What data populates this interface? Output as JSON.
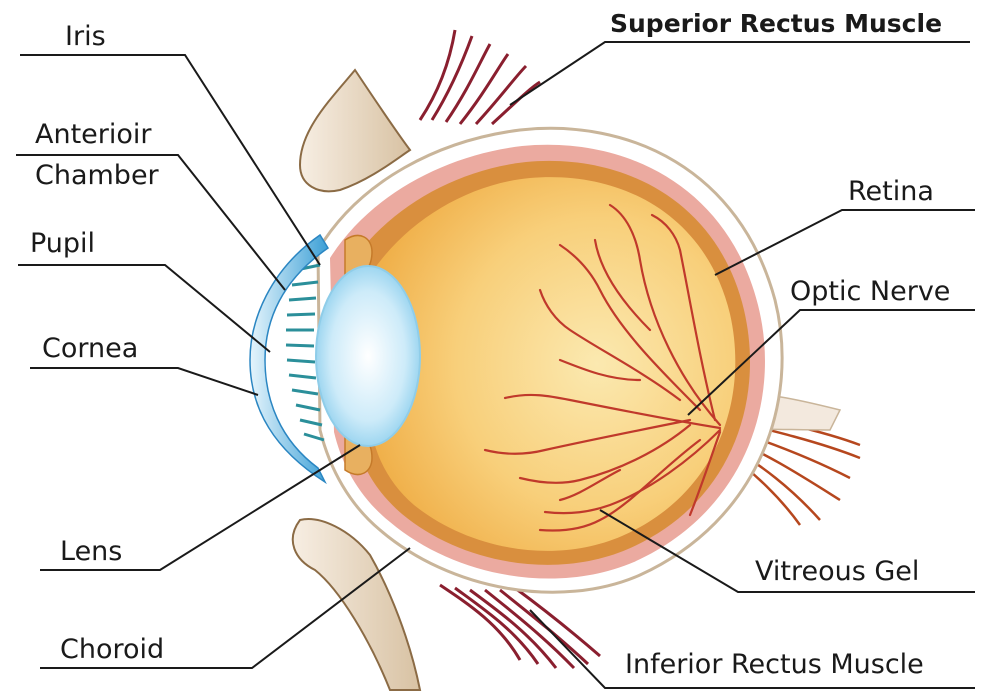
{
  "labels": {
    "iris": "Iris",
    "anterior_line1": "Anterioir",
    "anterior_line2": "Chamber",
    "pupil": "Pupil",
    "cornea": "Cornea",
    "lens": "Lens",
    "choroid": "Choroid",
    "superior_rectus": "Superior Rectus Muscle",
    "retina": "Retina",
    "optic_nerve": "Optic  Nerve",
    "vitreous_gel": "Vitreous Gel",
    "inferior_rectus": "Inferior Rectus Muscle"
  },
  "colors": {
    "sclera_outline": "#c9b59a",
    "choroid": "#e8a79c",
    "retina_ring": "#d9903e",
    "vitreous": "#f8c86a",
    "cornea": "#4aa8d8",
    "lens": "#bfe6f7",
    "iris": "#2b8f9a",
    "muscle": "#8a1f2f",
    "vessel": "#c0392b",
    "eyelid": "#d9c3a4"
  }
}
